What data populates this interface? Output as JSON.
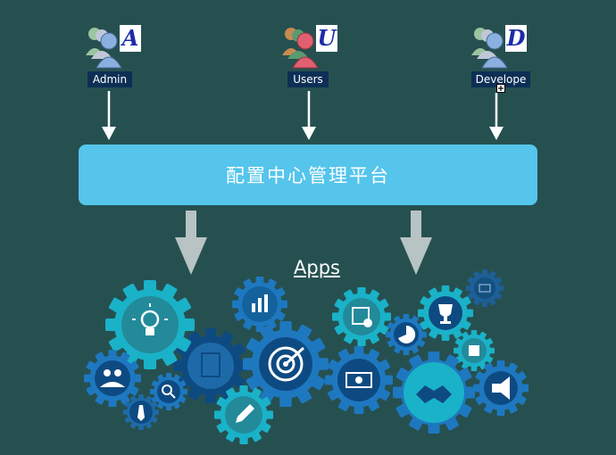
{
  "roles": [
    {
      "label": "Admin",
      "badge_letter": "A",
      "icon": "users-group-icon",
      "accent": "#8ab0e0"
    },
    {
      "label": "Users",
      "badge_letter": "U",
      "icon": "users-group-icon",
      "accent": "#e06070"
    },
    {
      "label": "Develope",
      "badge_letter": "D",
      "icon": "users-group-icon",
      "accent": "#8ab0e0"
    }
  ],
  "platform": {
    "title": "配置中心管理平台"
  },
  "apps": {
    "title": "Apps"
  },
  "colors": {
    "background": "#265050",
    "platform_box": "#55c5eb",
    "role_label_bg": "#0d2f55",
    "big_arrow": "#b8c3c3",
    "gear_teal": "#1ab2c8",
    "gear_blue": "#1e78c0",
    "gear_dark": "#0e4a82"
  }
}
